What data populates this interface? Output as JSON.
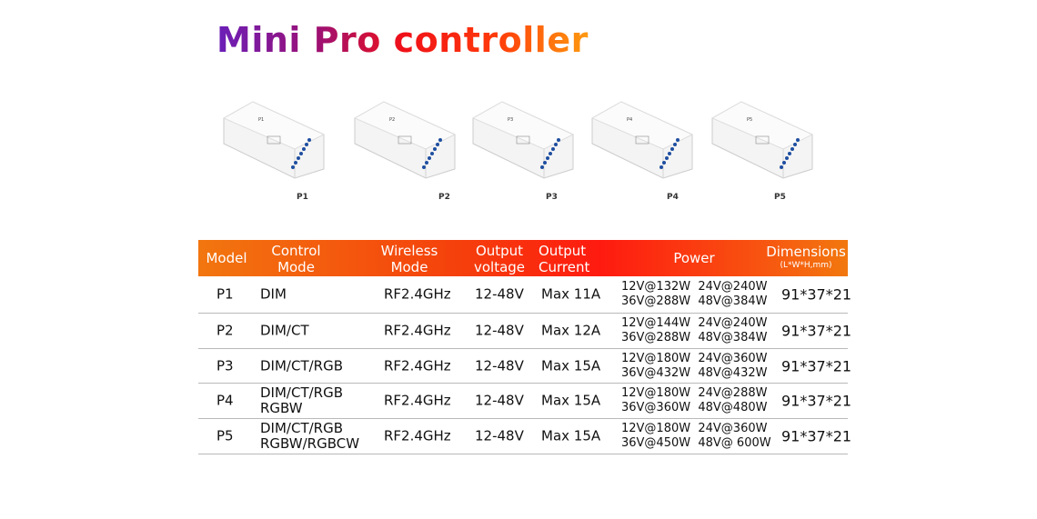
{
  "title": "Mini Pro controller",
  "products": [
    "P1",
    "P2",
    "P3",
    "P4",
    "P5"
  ],
  "header": {
    "model": "Model",
    "control": [
      "Control",
      "Mode"
    ],
    "wireless": [
      "Wireless",
      "Mode"
    ],
    "voltage": [
      "Output",
      "voltage"
    ],
    "current": [
      "Output",
      "Current"
    ],
    "power": "Power",
    "dims": "Dimensions",
    "dims_sub": "(L*W*H,mm)"
  },
  "rows": [
    {
      "model": "P1",
      "control": [
        "DIM"
      ],
      "wireless": "RF2.4GHz",
      "voltage": "12-48V",
      "current": "Max 11A",
      "power": [
        "12V@132W  24V@240W",
        "36V@288W  48V@384W"
      ],
      "dims": "91*37*21"
    },
    {
      "model": "P2",
      "control": [
        "DIM/CT"
      ],
      "wireless": "RF2.4GHz",
      "voltage": "12-48V",
      "current": "Max 12A",
      "power": [
        "12V@144W  24V@240W",
        "36V@288W  48V@384W"
      ],
      "dims": "91*37*21"
    },
    {
      "model": "P3",
      "control": [
        "DIM/CT/RGB"
      ],
      "wireless": "RF2.4GHz",
      "voltage": "12-48V",
      "current": "Max 15A",
      "power": [
        "12V@180W  24V@360W",
        "36V@432W  48V@432W"
      ],
      "dims": "91*37*21"
    },
    {
      "model": "P4",
      "control": [
        "DIM/CT/RGB",
        "RGBW"
      ],
      "wireless": "RF2.4GHz",
      "voltage": "12-48V",
      "current": "Max 15A",
      "power": [
        "12V@180W  24V@288W",
        "36V@360W  48V@480W"
      ],
      "dims": "91*37*21"
    },
    {
      "model": "P5",
      "control": [
        "DIM/CT/RGB",
        "RGBW/RGBCW"
      ],
      "wireless": "RF2.4GHz",
      "voltage": "12-48V",
      "current": "Max 15A",
      "power": [
        "12V@180W  24V@360W",
        "36V@450W  48V@ 600W"
      ],
      "dims": "91*37*21"
    }
  ],
  "colors": {
    "header_start": "#f2760f",
    "header_mid": "#ff1a10",
    "device_port": "#1f4fa0"
  }
}
